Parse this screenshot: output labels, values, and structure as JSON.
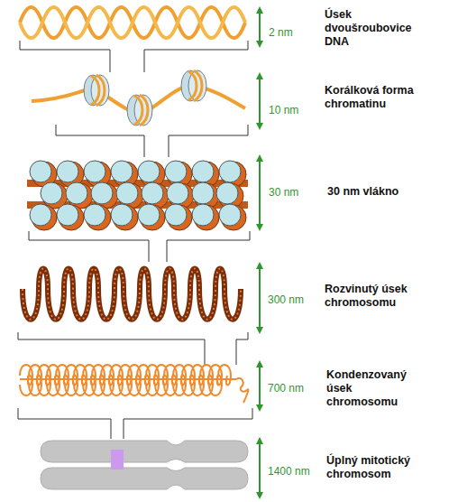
{
  "diagram": {
    "labels": [
      "2 nm",
      "Úsek dvoušroubovice DNA",
      "10 nm",
      "Korálková forma chromatinu",
      "30 nm",
      "30 nm vlákno",
      "300 nm",
      "Rozvinutý úsek chromosomu",
      "700 nm",
      "Kondenzovaný úsek chromosomu",
      "1400 nm",
      "Úplný mitotický chromosom"
    ]
  }
}
